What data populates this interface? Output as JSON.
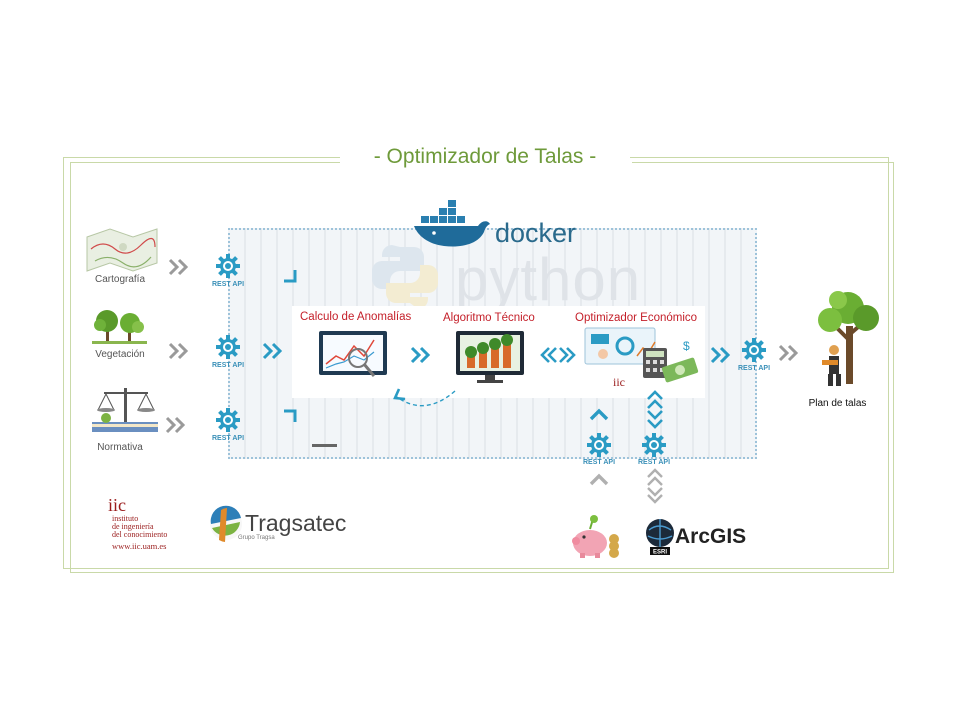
{
  "title": "- Optimizador  de Talas  -",
  "platform": {
    "docker_label": "docker",
    "python_label": "python"
  },
  "inputs": [
    {
      "label": "Cartografía"
    },
    {
      "label": "Vegetación"
    },
    {
      "label": "Normativa"
    }
  ],
  "rest_api_label": "REST API",
  "stages": [
    {
      "label": "Calculo de Anomalías"
    },
    {
      "label": "Algoritmo Técnico"
    },
    {
      "label": "Optimizador Económico"
    }
  ],
  "output": {
    "label": "Plan de talas"
  },
  "logos": {
    "iic": {
      "mark": "iic",
      "lines": [
        "instituto",
        "de ingeniería",
        "del conocimiento"
      ],
      "url": "www.iic.uam.es"
    },
    "tragsatec": {
      "name": "Tragsatec",
      "sub": "Grupo Tragsa"
    },
    "arcgis": {
      "name": "ArcGIS",
      "badge": "ESRI"
    }
  },
  "colors": {
    "frame": "#c9d9a8",
    "title": "#6e9a3a",
    "accent": "#2a9bc4",
    "arrow_gray": "#9a9a9a",
    "stage_red": "#c4202a"
  }
}
